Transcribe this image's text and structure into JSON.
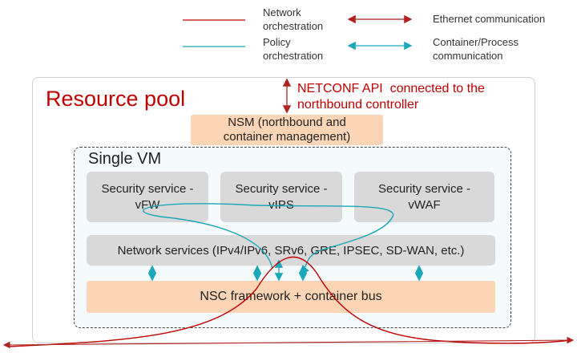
{
  "legend": {
    "network_orchestration": "Network\norchestration",
    "policy_orchestration": "Policy\norchestration",
    "ethernet_communication": "Ethernet communication",
    "container_communication": "Container/Process\ncommunication"
  },
  "colors": {
    "network": "#c00000",
    "policy": "#1aa7b8",
    "ethernet": "#b22222",
    "container": "#1aa7b8"
  },
  "pool": {
    "title": "Resource pool"
  },
  "netconf": {
    "label": "NETCONF API  connected to the\nnorthbound controller"
  },
  "nsm": {
    "label": "NSM (northbound and\ncontainer management)"
  },
  "vm": {
    "title": "Single VM"
  },
  "services": [
    {
      "label": "Security service -\nvFW"
    },
    {
      "label": "Security service -\nvIPS"
    },
    {
      "label": "Security service -\nvWAF"
    }
  ],
  "network_services": {
    "label": "Network services (IPv4/IPv6, SRv6, GRE, IPSEC, SD-WAN, etc.)"
  },
  "nsc": {
    "label": "NSC framework + container bus"
  }
}
